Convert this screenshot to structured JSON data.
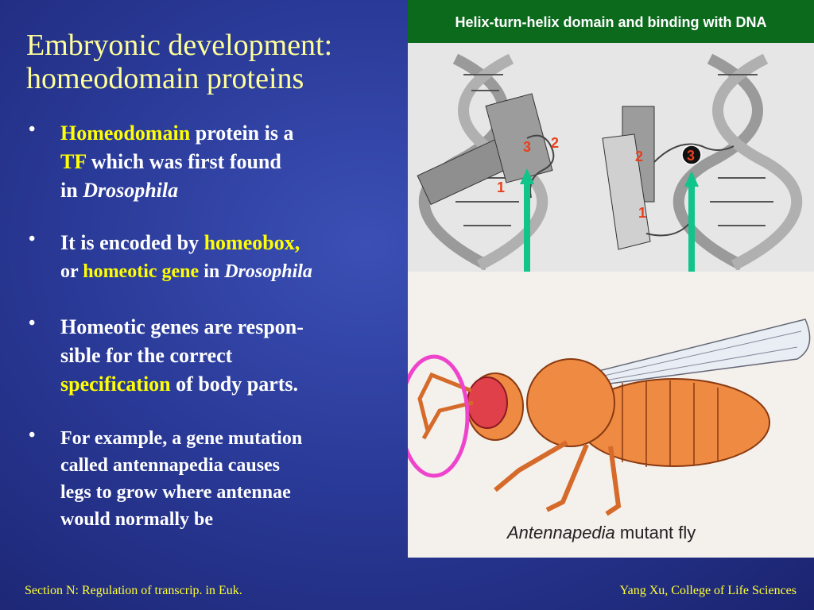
{
  "title": {
    "line1": "Embryonic development:",
    "line2": "homeodomain proteins"
  },
  "bullets": [
    {
      "parts": [
        "Homeodomain",
        " protein is a",
        "TF",
        " which was first found",
        "in ",
        "Drosophila"
      ]
    },
    {
      "parts": [
        "It is encoded by ",
        "homeobox,",
        "or ",
        "homeotic gene",
        " in ",
        "Drosophila"
      ]
    },
    {
      "parts": [
        "Homeotic genes are respon-",
        "sible for the correct",
        "specification",
        " of body parts."
      ]
    },
    {
      "lines": [
        "For example, a gene mutation",
        "called antennapedia causes",
        "legs to grow where antennae",
        "would normally be"
      ]
    }
  ],
  "bullet_symbol": "•",
  "figure_top": {
    "header": "Helix-turn-helix domain and binding with DNA",
    "labels": {
      "left3": "3",
      "left2": "2",
      "left1": "1",
      "right2": "2",
      "right3": "3",
      "right1": "1"
    },
    "colors": {
      "header_bg": "#0c6a1d",
      "arrow": "#10c48a",
      "label": "#e8401c"
    }
  },
  "figure_bottom": {
    "caption_italic": "Antennapedia",
    "caption_rest": " mutant fly",
    "highlight_color": "#ee44cc"
  },
  "footer": {
    "left": "Section N: Regulation of transcrip. in Euk.",
    "right": "Yang Xu, College of Life Sciences"
  }
}
